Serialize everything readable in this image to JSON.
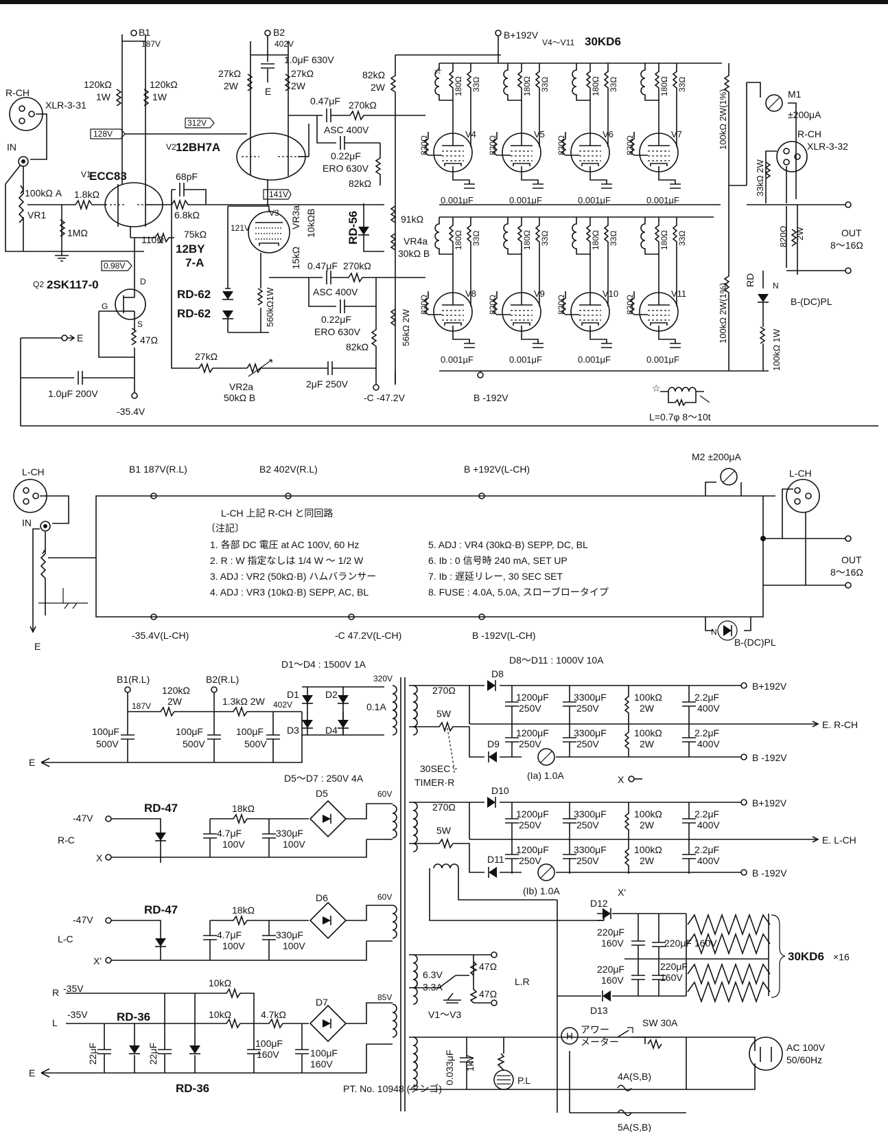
{
  "rch": {
    "xlr_in_ch": "R-CH",
    "xlr_in": "XLR-3-31",
    "in": "IN",
    "vr1": "100kΩ A",
    "vr1_name": "VR1",
    "r_1k8": "1.8kΩ",
    "r_1m": "1MΩ",
    "v1": "ECC83",
    "v1_ref": "V1",
    "q2": "2SK117-0",
    "q2_ref": "Q2",
    "q2_d": "D",
    "q2_g": "G",
    "q2_s": "S",
    "r_47": "47Ω",
    "e_tag": "E",
    "c_1u": "1.0μF 200V",
    "v_m354": "-35.4V",
    "b1": "B1",
    "b1_v": "187V",
    "r_120k_a": "120kΩ",
    "r_120k_a2": "1W",
    "r_120k_b": "120kΩ",
    "r_120k_b2": "1W",
    "box_128": "128V",
    "box_098": "0.98V",
    "box_312": "312V",
    "box_141": "141V",
    "b2": "B2",
    "b2_v": "402V",
    "c_1u630": "1.0μF 630V",
    "e2": "E",
    "r27k_a": "27kΩ",
    "r27k_a2": "2W",
    "r27k_b": "27kΩ",
    "r27k_b2": "2W",
    "v2": "12BH7A",
    "v2_ref": "V2",
    "c_68p": "68pF",
    "r_6k8": "6.8kΩ",
    "r_110": "110Ω",
    "v3": "12BY7-A",
    "v3_ref": "V3",
    "v3_121": "121V",
    "r_75k": "75kΩ",
    "vr3": "VR3a",
    "r_10k8": "10kΩB",
    "r_15k": "15kΩ",
    "rd62a": "RD-62",
    "rd62b": "RD-62",
    "r_560k": "560kΩ1W",
    "r_27k_fb": "27kΩ",
    "vr2": "VR2a",
    "vr2_v": "50kΩ B",
    "c_2u": "2μF 250V",
    "c_047a": "0.47μF",
    "r_270k_a": "270kΩ",
    "asc_a": "ASC 400V",
    "c_022a": "0.22μF",
    "ero_a": "ERO 630V",
    "r_82k_a": "82kΩ",
    "r_82k_top": "82kΩ",
    "r_82k_top2": "2W",
    "rd56": "RD-56",
    "r_91k": "91kΩ",
    "vr4": "VR4a",
    "vr4_v": "30kΩ B",
    "c_047b": "0.47μF",
    "r_270k_b": "270kΩ",
    "asc_b": "ASC 400V",
    "c_022b": "0.22μF",
    "ero_b": "ERO 630V",
    "r_82k_b": "82kΩ",
    "r_56k": "56kΩ 2W",
    "vmc": "-C -47.2V",
    "bplus": "B+192V",
    "bminus": "B -192V",
    "tubes_hdr": "V4～V11",
    "tubes_type": "30KD6",
    "star": "☆",
    "r_820": "820Ω",
    "r_180": "180Ω",
    "r_33": "33Ω",
    "c_001": "0.001μF",
    "tube_refs": [
      "V4",
      "V5",
      "V6",
      "V7",
      "V8",
      "V9",
      "V10",
      "V11"
    ],
    "r_100k2w_a": "100kΩ 2W(1%)",
    "r_100k2w_b": "100kΩ 2W(1%)",
    "m1": "M1",
    "m1_v": "±200μA",
    "xlr_out_ch": "R-CH",
    "xlr_out": "XLR-3-32",
    "r_33k": "33kΩ 2W",
    "r_820_2w": "820Ω",
    "r_820_2w_b": "2W",
    "out": "OUT",
    "out_v": "8～16Ω",
    "rd": "RD",
    "n": "N",
    "r_100k1w": "100kΩ 1W",
    "bdcpl": "B-(DC)PL",
    "coil_star": "☆",
    "coil": "L=0.7φ 8～10t"
  },
  "lch": {
    "in_ch": "L-CH",
    "in": "IN",
    "e": "E",
    "b1": "B1 187V(R.L)",
    "b2": "B2 402V(R.L)",
    "bp": "B +192V(L-CH)",
    "m2": "M2 ±200μA",
    "out_ch": "L-CH",
    "out": "OUT",
    "out_v": "8～16Ω",
    "v354": "-35.4V(L-CH)",
    "vc": "-C 47.2V(L-CH)",
    "vb": "B -192V(L-CH)",
    "bdcpl": "B-(DC)PL",
    "n": "N",
    "title": "L-CH 上記 R-CH と同回路",
    "notes_hdr": "〔注記〕",
    "notes_left": [
      "1. 各部 DC 電圧 at AC 100V, 60 Hz",
      "2. R : W 指定なしは 1/4 W ～ 1/2 W",
      "3. ADJ : VR2 (50kΩ·B) ハムバランサー",
      "4. ADJ : VR3 (10kΩ·B) SEPP, AC, BL"
    ],
    "notes_right": [
      "5. ADJ : VR4 (30kΩ·B) SEPP, DC, BL",
      "6. Ib : 0 信号時 240 mA, SET UP",
      "7. Ib : 遅延リレー, 30 SEC SET",
      "8. FUSE : 4.0A, 5.0A, スローブロータイプ"
    ]
  },
  "psu": {
    "d14": "D1～D4 : 1500V 1A",
    "b1rl": "B1(R.L)",
    "b2rl": "B2(R.L)",
    "v187": "187V",
    "v402": "402V",
    "r120k": "120kΩ",
    "r120k_w": "2W",
    "r13k": "1.3kΩ 2W",
    "c100_a": "100μF",
    "c100_a2": "500V",
    "c100_b": "100μF",
    "c100_b2": "500V",
    "c100_c": "100μF",
    "c100_c2": "500V",
    "d1": "D1",
    "d2": "D2",
    "d3": "D3",
    "d4": "D4",
    "fuse01": "0.1A",
    "v320": "320V",
    "e": "E",
    "d57": "D5～D7 : 250V 4A",
    "rd47a": "RD-47",
    "m47a": "-47V",
    "rc": "R-C",
    "xa": "X",
    "r18ka": "18kΩ",
    "c47a": "4.7μF",
    "c47a2": "100V",
    "c330a": "330μF",
    "c330a2": "100V",
    "d5": "D5",
    "v60a": "60V",
    "rd47b": "RD-47",
    "m47b": "-47V",
    "lc": "L-C",
    "xb": "X'",
    "r18kb": "18kΩ",
    "c47b": "4.7μF",
    "c47b2": "100V",
    "c330b": "330μF",
    "c330b2": "100V",
    "d6": "D6",
    "v60b": "60V",
    "r_lab": "R",
    "l_lab": "L",
    "m35a": "-35V",
    "m35b": "-35V",
    "rd36a": "RD-36",
    "rd36b": "RD-36",
    "r10ka": "10kΩ",
    "r10kb": "10kΩ",
    "r47k": "4.7kΩ",
    "c22a": "22μF",
    "c22b": "22μF",
    "c100d": "100μF",
    "c100d2": "160V",
    "c100e": "100μF",
    "c100e2": "160V",
    "d7": "D7",
    "v85": "85V",
    "e2": "E",
    "pt": "PT. No. 10948 (タンゴ)",
    "d811": "D8～D11 : 1000V 10A",
    "r270a": "270Ω",
    "r270a2": "5W",
    "timer": "30SEC",
    "timer2": "TIMER·R",
    "r270b": "270Ω",
    "r270b2": "5W",
    "d8": "D8",
    "d9": "D9",
    "d10": "D10",
    "d11": "D11",
    "c1200": "1200μF",
    "c1200v": "250V",
    "c3300": "3300μF",
    "c3300v": "250V",
    "r100k": "100kΩ",
    "r100kw": "2W",
    "c22u": "2.2μF",
    "c22uv": "400V",
    "bp1": "B+192V",
    "er": "E. R-CH",
    "bm1": "B -192V",
    "ia": "(Ia) 1.0A",
    "x1": "X",
    "bp2": "B+192V",
    "el": "E. L-CH",
    "bm2": "B -192V",
    "ib": "(Ib) 1.0A",
    "x2": "X'",
    "v63": "6.3V",
    "a33": "3.3A",
    "r47o_a": "47Ω",
    "r47o_b": "47Ω",
    "lr": "L.R",
    "heaters": "V1～V3",
    "c0033": "0.033μF",
    "kv": "1kV",
    "pl": "P.L",
    "d12": "D12",
    "d13": "D13",
    "c220a": "220μF",
    "c220a2": "160V",
    "c220b": "220μF 160V",
    "c220c": "220μF",
    "c220c2": "160V",
    "c220d": "220μF",
    "c220d2": "160V",
    "tubes16": "30KD6",
    "tubes16x": "×16",
    "sw": "SW 30A",
    "hour": "アワー",
    "hour2": "メーター",
    "h": "H",
    "f4": "4A(S,B)",
    "f5": "5A(S,B)",
    "ac": "AC 100V",
    "ac2": "50/60Hz"
  }
}
